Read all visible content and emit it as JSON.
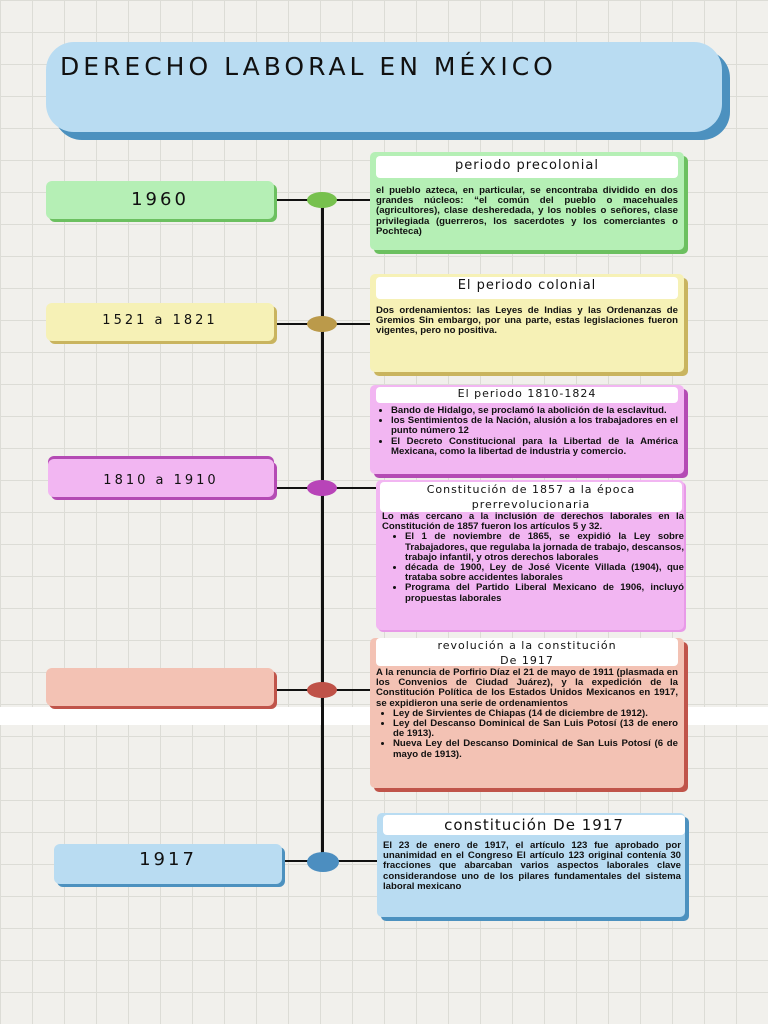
{
  "title": "DERECHO LABORAL EN MÉXICO",
  "colors": {
    "green": "#b5efb5",
    "green_shadow": "#6cc060",
    "green_dot": "#77c14e",
    "yellow": "#f6f1b6",
    "yellow_shadow": "#c9b45f",
    "yellow_dot": "#bb9a4a",
    "pink": "#f2b6f2",
    "pink_shadow": "#b44bb4",
    "pink_dot": "#b844b8",
    "salmon": "#f3c2b4",
    "salmon_shadow": "#c0544a",
    "salmon_dot": "#bf5248",
    "blue": "#b9dcf2",
    "blue_shadow": "#4c91bf",
    "blue_dot": "#4c8ec0"
  },
  "years": {
    "y1": "1960",
    "y2": "1521 a 1821",
    "y3": "1810 a 1910",
    "y4": "",
    "y5": "1917"
  },
  "cards": {
    "precolonial": {
      "heading": "periodo precolonial",
      "body": "el pueblo azteca, en particular, se encontraba dividido en dos grandes núcleos: “el común del pueblo o macehuales (agricultores), clase desheredada, y los nobles o señores, clase privilegiada (guerreros, los sacerdotes y los comerciantes o Pochteca)"
    },
    "colonial": {
      "heading": "El periodo colonial",
      "body": "Dos ordenamientos: las Leyes de Indias y las Ordenanzas de Gremios Sin embargo, por una parte, estas legislaciones fueron vigentes, pero no positiva."
    },
    "periodo1810": {
      "heading": "El periodo 1810-1824",
      "items": [
        "Bando de Hidalgo, se proclamó la abolición de la esclavitud.",
        "los Sentimientos de la Nación, alusión a los trabajadores en el punto número 12",
        "El Decreto Constitucional para la Libertad de la América Mexicana, como la libertad de industria y comercio."
      ]
    },
    "constitucion1857": {
      "heading_line1": "Constitución de 1857 a la época",
      "heading_line2": "prerrevolucionaria",
      "intro": "Lo más cercano a la inclusión de derechos laborales en la Constitución de 1857 fueron los artículos 5 y 32.",
      "items": [
        "El 1 de noviembre de 1865, se expidió la Ley sobre Trabajadores, que regulaba la jornada de trabajo, descansos, trabajo infantil, y otros derechos laborales",
        "década de 1900, Ley de José Vicente Villada (1904), que trataba sobre accidentes laborales",
        "Programa del Partido Liberal Mexicano de 1906, incluyó propuestas laborales"
      ]
    },
    "revolucion": {
      "heading_line1": "revolución a la constitución",
      "heading_line2": "De 1917",
      "intro": "A la renuncia de Porfirio Díaz el 21 de mayo de 1911 (plasmada en los Convenios de Ciudad Juárez), y la expedición de la Constitución Política de los Estados Unidos Mexicanos en 1917, se expidieron una serie de ordenamientos",
      "items": [
        "Ley de Sirvientes de Chiapas (14 de diciembre de 1912).",
        "Ley del Descanso Dominical de San Luis Potosí (13 de enero de 1913).",
        "Nueva Ley del Descanso Dominical de San Luis Potosí (6 de mayo de 1913)."
      ]
    },
    "constitucion1917": {
      "heading": "constitución De 1917",
      "body": "El 23 de enero de 1917, el artículo 123 fue aprobado por unanimidad en el Congreso El artículo 123 original contenía 30 fracciones que abarcaban varios aspectos laborales clave considerandose uno de los pilares fundamentales del sistema laboral mexicano"
    }
  }
}
